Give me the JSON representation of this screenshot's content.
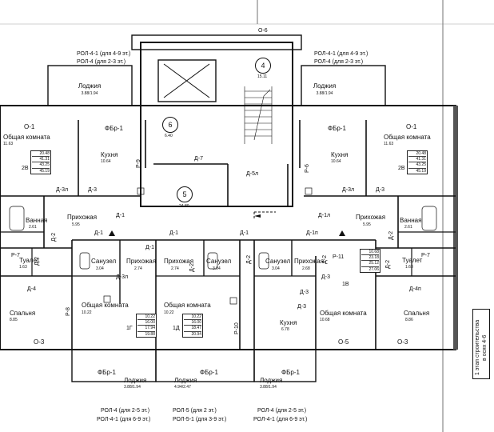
{
  "north_marker": "О-6",
  "top_left_windows": [
    "РОЛ-4-1 (для 4-9 эт.)",
    "РОЛ-4 (для 2-3 эт.)"
  ],
  "top_right_windows": [
    "РОЛ-4-1 (для 4-9 эт.)",
    "РОЛ-4 (для 2-3 эт.)"
  ],
  "bottom_windows": {
    "left": [
      "РОЛ-4 (для 2-5 эт.)",
      "РОЛ-4-1 (для 6-9 эт.)"
    ],
    "center": [
      "РОЛ-5 (для 2 эт.)",
      "РОЛ-5-1 (для 3-9 эт.)"
    ],
    "right": [
      "РОЛ-4 (для 2-5 эт.)",
      "РОЛ-4-1 (для 6-9 эт.)"
    ]
  },
  "rooms": {
    "loggia_tl": {
      "name": "Лоджия",
      "area": "3.88/1.94"
    },
    "loggia_tr": {
      "name": "Лоджия",
      "area": "3.88/1.94"
    },
    "loggia_bl": {
      "name": "Лоджия",
      "area": "3.88/1.94"
    },
    "loggia_bc": {
      "name": "Лоджия",
      "area": "4.94/2.47"
    },
    "loggia_br": {
      "name": "Лоджия",
      "area": "3.88/1.94"
    },
    "living_l": {
      "name": "Общая комната",
      "area": "11.63"
    },
    "living_r": {
      "name": "Общая комната",
      "area": "11.63"
    },
    "kitchen_l": {
      "name": "Кухня",
      "area": "10.64"
    },
    "kitchen_r": {
      "name": "Кухня",
      "area": "10.64"
    },
    "kitchen_c": {
      "name": "Кухня",
      "area": "6.78"
    },
    "hall_l": {
      "name": "Прихожая",
      "area": "5.95"
    },
    "hall_r": {
      "name": "Прихожая",
      "area": "5.95"
    },
    "hall_c1": {
      "name": "Прихожая",
      "area": "2.74"
    },
    "hall_c2": {
      "name": "Прихожая",
      "area": "2.74"
    },
    "hall_c3": {
      "name": "Прихожая",
      "area": "2.68"
    },
    "bath_l": {
      "name": "Ванная",
      "area": "2.61"
    },
    "bath_r": {
      "name": "Ванная",
      "area": "2.61"
    },
    "wc_l": {
      "name": "Туалет",
      "area": "1.63"
    },
    "wc_r": {
      "name": "Туалет",
      "area": "1.63"
    },
    "san_1": {
      "name": "Санузел",
      "area": "3.04"
    },
    "san_2": {
      "name": "Санузел",
      "area": "3.04"
    },
    "san_3": {
      "name": "Санузел",
      "area": "3.04"
    },
    "bed_l": {
      "name": "Спальня",
      "area": "8.85"
    },
    "bed_r": {
      "name": "Спальня",
      "area": "8.86"
    },
    "room_1g": {
      "name": "Общая комната",
      "area": "10.22"
    },
    "room_1d": {
      "name": "Общая комната",
      "area": "10.22"
    },
    "room_1v": {
      "name": "Общая комната",
      "area": "10.68"
    }
  },
  "circles": {
    "c4": {
      "num": "4",
      "area": "15.11"
    },
    "c6": {
      "num": "6",
      "area": "6.40"
    },
    "c5": {
      "num": "5",
      "area": "24.80"
    }
  },
  "apartments": {
    "a2v_l": {
      "id": "2В",
      "vals": [
        "20.48",
        "41.31",
        "43.25",
        "45.19"
      ]
    },
    "a2v_r": {
      "id": "2В",
      "vals": [
        "20.48",
        "41.31",
        "43.25",
        "45.19"
      ]
    },
    "a1g": {
      "id": "1Г",
      "vals": [
        "10.22",
        "16.00",
        "17.94",
        "19.88"
      ]
    },
    "a1d": {
      "id": "1Д",
      "vals": [
        "10.22",
        "16.00",
        "18.47",
        "20.94"
      ]
    },
    "a1v": {
      "id": "1В",
      "vals": [
        "10.68",
        "23.18",
        "25.12",
        "27.06"
      ]
    }
  },
  "tags": {
    "o1_l": "О-1",
    "o1_r": "О-1",
    "fbr_tl": "ФБр-1",
    "fbr_tr": "ФБр-1",
    "p9": "Р-9",
    "p6": "Р-6",
    "d7": "Д-7",
    "d5l": "Д-5л",
    "d3l_l": "Д-3л",
    "d3_l": "Д-3",
    "d3l_r": "Д-3л",
    "d3_r": "Д-3",
    "d1_a": "Д-1",
    "d1_b": "Д-1",
    "d1_c": "Д-1",
    "d1_d": "Д-1",
    "d1_e": "Д-1",
    "d1l": "Д-1л",
    "d1p": "Д-1п",
    "d2_a": "Д-2",
    "d2_b": "Д-2",
    "d2_c": "Д-2",
    "d2_d": "Д-2",
    "d2_e": "Д-2",
    "d2_f": "Д-2",
    "d2_g": "Д-2",
    "p7_l": "Р-7",
    "p7_r": "Р-7",
    "d4": "Д-4",
    "d4p": "Д-4п",
    "d3l_c": "Д-3л",
    "d3_c1": "Д-3",
    "d3_c2": "Д-3",
    "d3_c3": "Д-3",
    "p8": "Р-8",
    "p10": "Р-10",
    "p11": "Р-11",
    "o3_l": "О-3",
    "o3_r": "О-3",
    "o5": "О-5",
    "fbr_bl": "ФБр-1",
    "fbr_bc": "ФБр-1",
    "fbr_br": "ФБр-1"
  },
  "stamp_text": [
    "1 этап строительства",
    "в осях 4-6"
  ]
}
